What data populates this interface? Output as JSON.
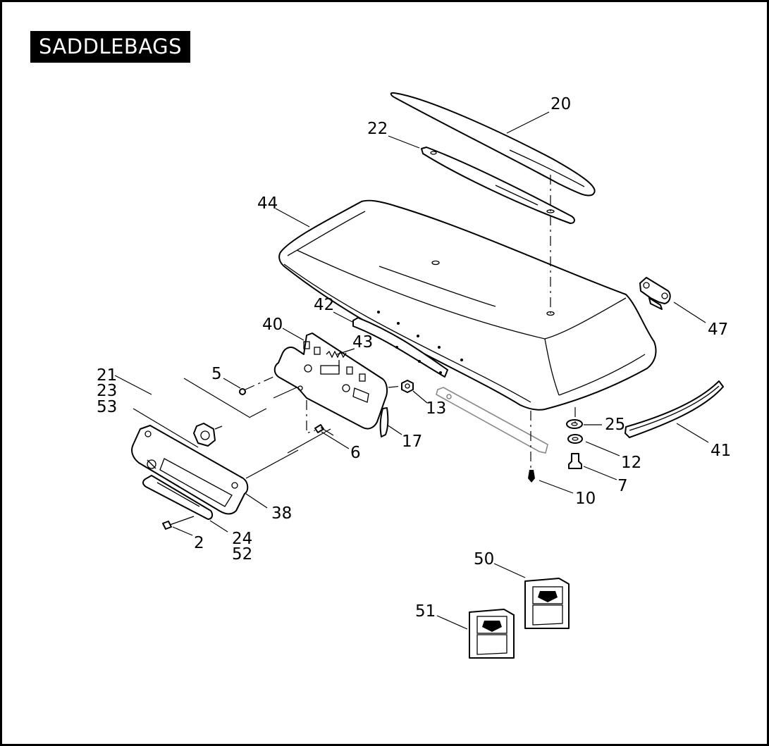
{
  "title": "SADDLEBAGS",
  "callouts": [
    {
      "id": "c20",
      "text": "20"
    },
    {
      "id": "c22",
      "text": "22"
    },
    {
      "id": "c44",
      "text": "44"
    },
    {
      "id": "c42",
      "text": "42"
    },
    {
      "id": "c40",
      "text": "40"
    },
    {
      "id": "c43",
      "text": "43"
    },
    {
      "id": "c47",
      "text": "47"
    },
    {
      "id": "c21",
      "text": "21"
    },
    {
      "id": "c23",
      "text": "23"
    },
    {
      "id": "c53",
      "text": "53"
    },
    {
      "id": "c5",
      "text": "5"
    },
    {
      "id": "c13",
      "text": "13"
    },
    {
      "id": "c25",
      "text": "25"
    },
    {
      "id": "c41",
      "text": "41"
    },
    {
      "id": "c17",
      "text": "17"
    },
    {
      "id": "c6",
      "text": "6"
    },
    {
      "id": "c12",
      "text": "12"
    },
    {
      "id": "c7",
      "text": "7"
    },
    {
      "id": "c10",
      "text": "10"
    },
    {
      "id": "c38",
      "text": "38"
    },
    {
      "id": "c2",
      "text": "2"
    },
    {
      "id": "c24",
      "text": "24"
    },
    {
      "id": "c52",
      "text": "52"
    },
    {
      "id": "c50",
      "text": "50"
    },
    {
      "id": "c51",
      "text": "51"
    }
  ]
}
